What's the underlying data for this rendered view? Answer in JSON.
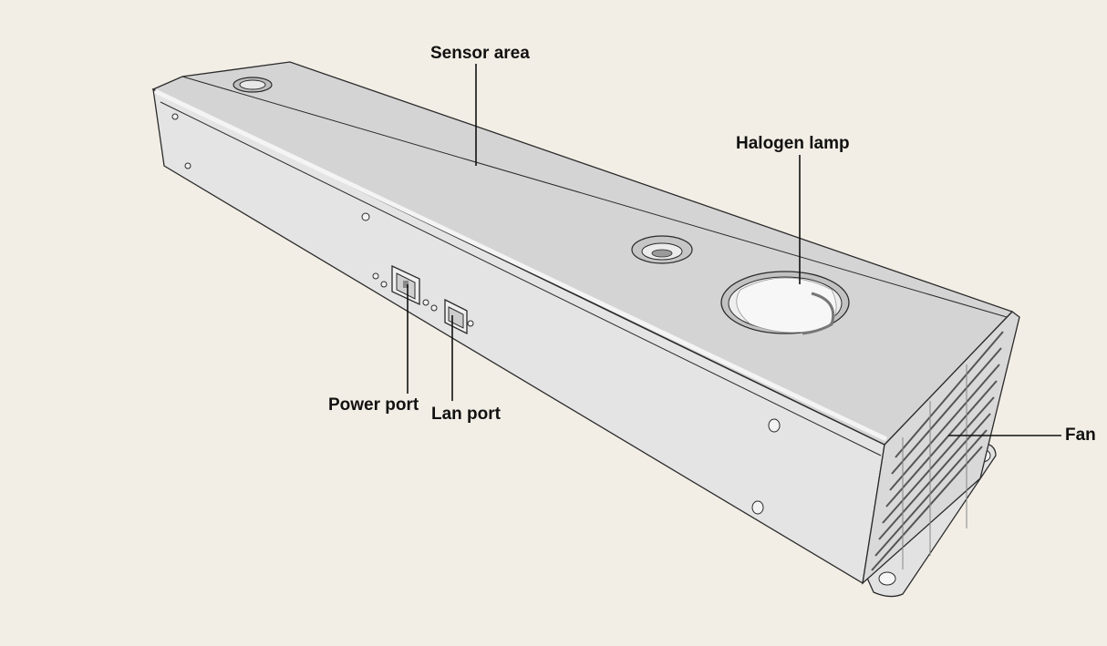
{
  "labels": {
    "sensor_area": "Sensor area",
    "halogen_lamp": "Halogen lamp",
    "power_port": "Power port",
    "lan_port": "Lan port",
    "fan": "Fan"
  },
  "colors": {
    "background": "#f2eee5",
    "top_face": "#d4d4d4",
    "front_face": "#e4e4e4",
    "outline": "#2a2a2a",
    "leader_line": "#111111"
  }
}
